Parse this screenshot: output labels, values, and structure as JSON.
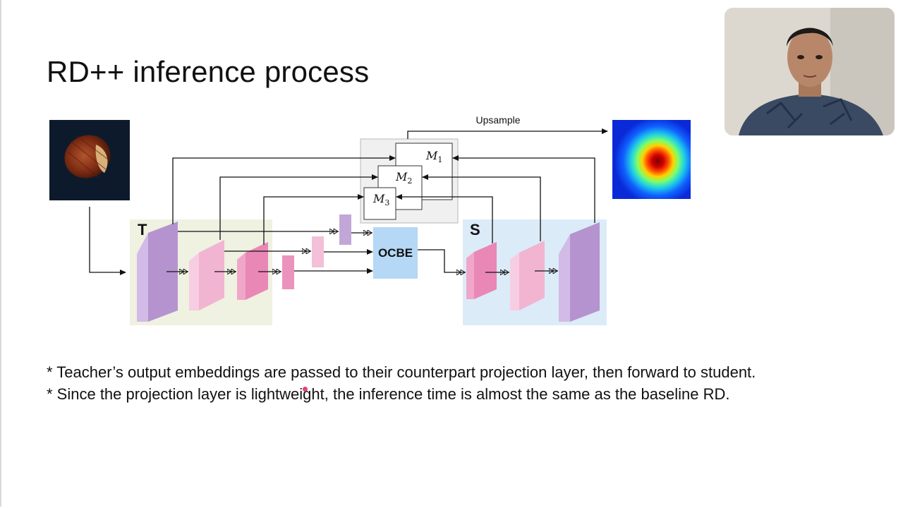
{
  "slide": {
    "title": "RD++ inference process",
    "bullets": [
      "* Teacher’s output embeddings are passed to their counterpart projection layer, then forward to student.",
      "* Since the projection layer is lightweight, the inference time is almost the same as the baseline RD."
    ]
  },
  "diagram": {
    "teacher_label": "T",
    "student_label": "S",
    "ocbe_label": "OCBE",
    "upsample_label": "Upsample",
    "maps": [
      {
        "letter": "M",
        "sub": "1"
      },
      {
        "letter": "M",
        "sub": "2"
      },
      {
        "letter": "M",
        "sub": "3"
      }
    ],
    "colors": {
      "teacher_bg": "#eff1e1",
      "student_bg": "#dcebf8",
      "ocbe_fill": "#b4d8f5",
      "maps_bg": "#f0f0f0",
      "layer_purple": "#c3a6d8",
      "layer_pink_light": "#f4bfd8",
      "layer_pink": "#ec93bd"
    },
    "input_image_icon": "hazelnut-image",
    "output_image_icon": "anomaly-heatmap-image"
  },
  "webcam": {
    "icon": "presenter-webcam"
  }
}
